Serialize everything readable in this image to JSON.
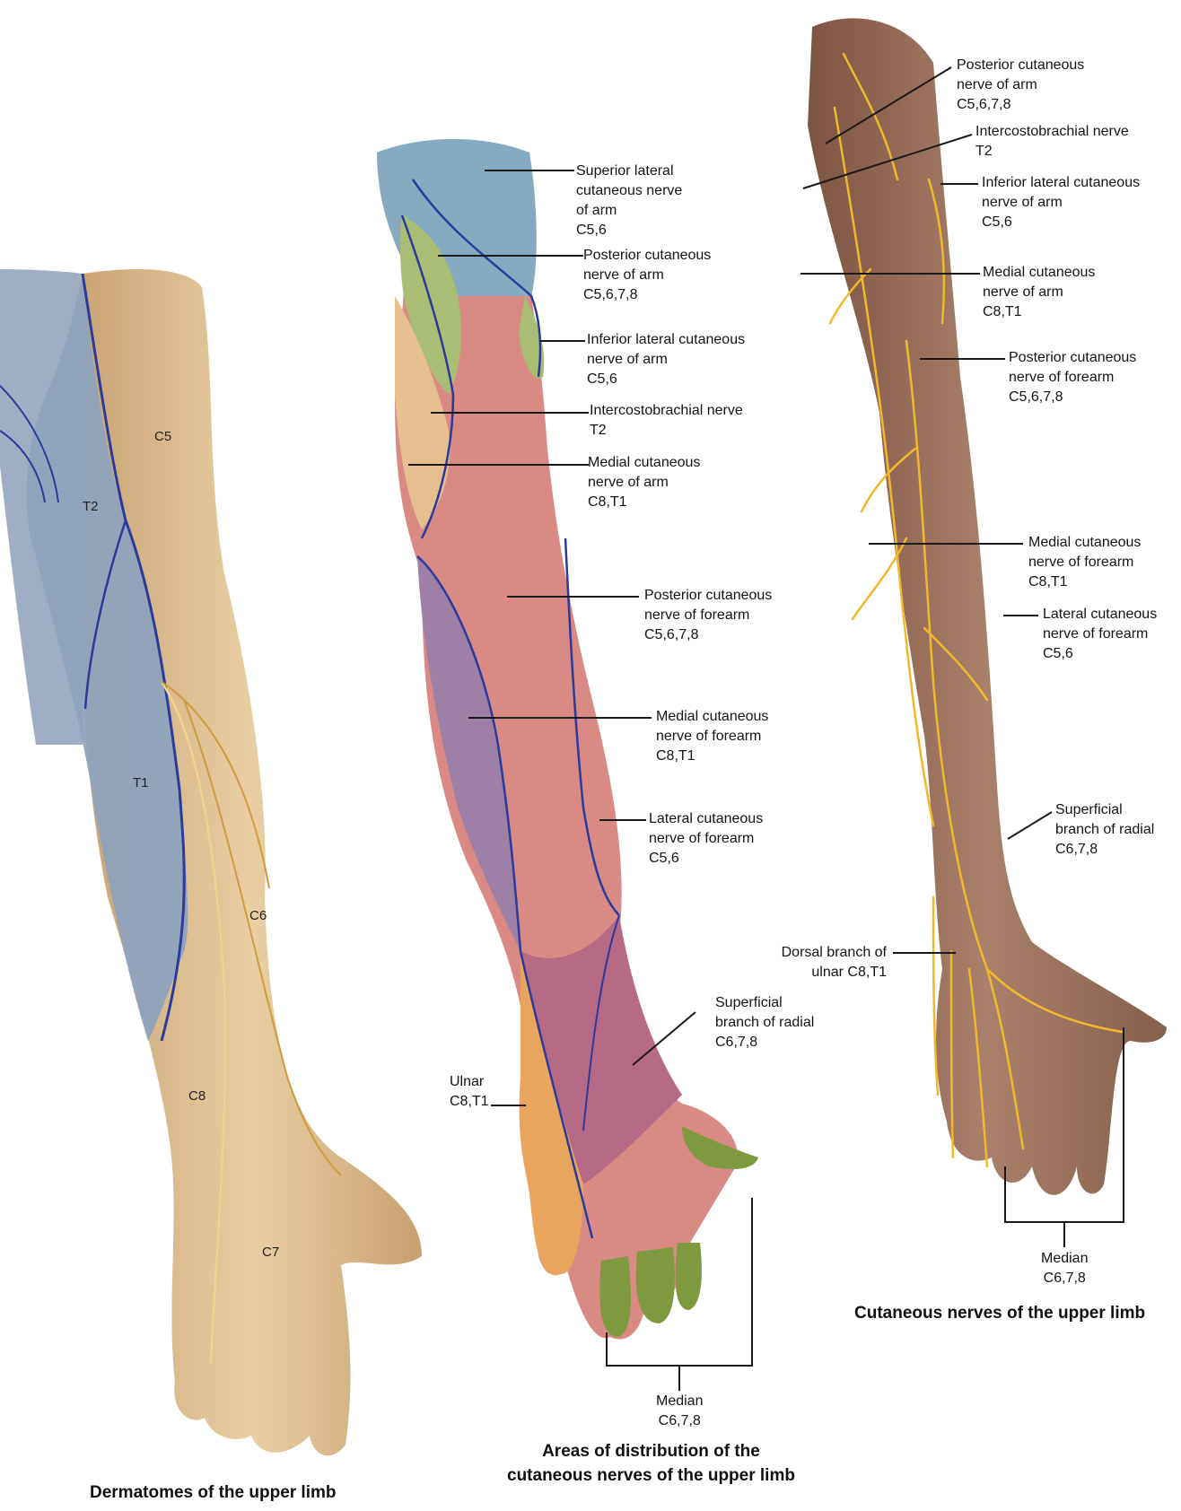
{
  "panels": {
    "dermatomes": {
      "caption": "Dermatomes of the upper limb",
      "segments": [
        "C5",
        "T2",
        "T1",
        "C6",
        "C8",
        "C7"
      ]
    },
    "areas": {
      "caption": [
        "Areas of distribution of the",
        "cutaneous nerves of the upper limb"
      ],
      "labels": [
        [
          "Superior lateral",
          "cutaneous nerve",
          "of arm",
          "C5,6"
        ],
        [
          "Posterior cutaneous",
          "nerve of arm",
          "C5,6,7,8"
        ],
        [
          "Inferior lateral cutaneous",
          "nerve of arm",
          "C5,6"
        ],
        [
          "Intercostobrachial nerve",
          "T2"
        ],
        [
          "Medial cutaneous",
          "nerve of arm",
          "C8,T1"
        ],
        [
          "Posterior cutaneous",
          "nerve of forearm",
          "C5,6,7,8"
        ],
        [
          "Medial cutaneous",
          "nerve of forearm",
          "C8,T1"
        ],
        [
          "Lateral cutaneous",
          "nerve of forearm",
          "C5,6"
        ],
        [
          "Superficial",
          "branch of radial",
          "C6,7,8"
        ],
        [
          "Ulnar",
          "C8,T1"
        ],
        [
          "Median",
          "C6,7,8"
        ]
      ]
    },
    "nerves": {
      "caption": "Cutaneous nerves of the upper limb",
      "labels": [
        [
          "Posterior cutaneous",
          "nerve of arm",
          "C5,6,7,8"
        ],
        [
          "Intercostobrachial nerve",
          "T2"
        ],
        [
          "Inferior lateral cutaneous",
          "nerve of arm",
          "C5,6"
        ],
        [
          "Medial cutaneous",
          "nerve of arm",
          "C8,T1"
        ],
        [
          "Posterior cutaneous",
          "nerve of forearm",
          "C5,6,7,8"
        ],
        [
          "Medial cutaneous",
          "nerve of forearm",
          "C8,T1"
        ],
        [
          "Lateral cutaneous",
          "nerve of forearm",
          "C5,6"
        ],
        [
          "Superficial",
          "branch of radial",
          "C6,7,8"
        ],
        [
          "Dorsal branch of",
          "ulnar C8,T1"
        ],
        [
          "Median",
          "C6,7,8"
        ]
      ]
    }
  },
  "colors": {
    "skin": "#d9b98a",
    "dermatome_c": "#e6c48f",
    "dermatome_t": "#8fa3bd",
    "boundary_line": "#2a3b9c",
    "area_superior_lateral": "#86aac0",
    "area_posterior_arm": "#a9bd74",
    "area_medial_arm": "#e5c08e",
    "area_posterior_forearm": "#d98a85",
    "area_medial_forearm": "#9e7fa6",
    "area_radial": "#b76a86",
    "area_ulnar": "#e9a45e",
    "area_median": "#7f9a3e",
    "nerve_skin": "#9a6e55",
    "nerve_branch": "#f3b72b",
    "leader_line": "#1a1a1a"
  }
}
